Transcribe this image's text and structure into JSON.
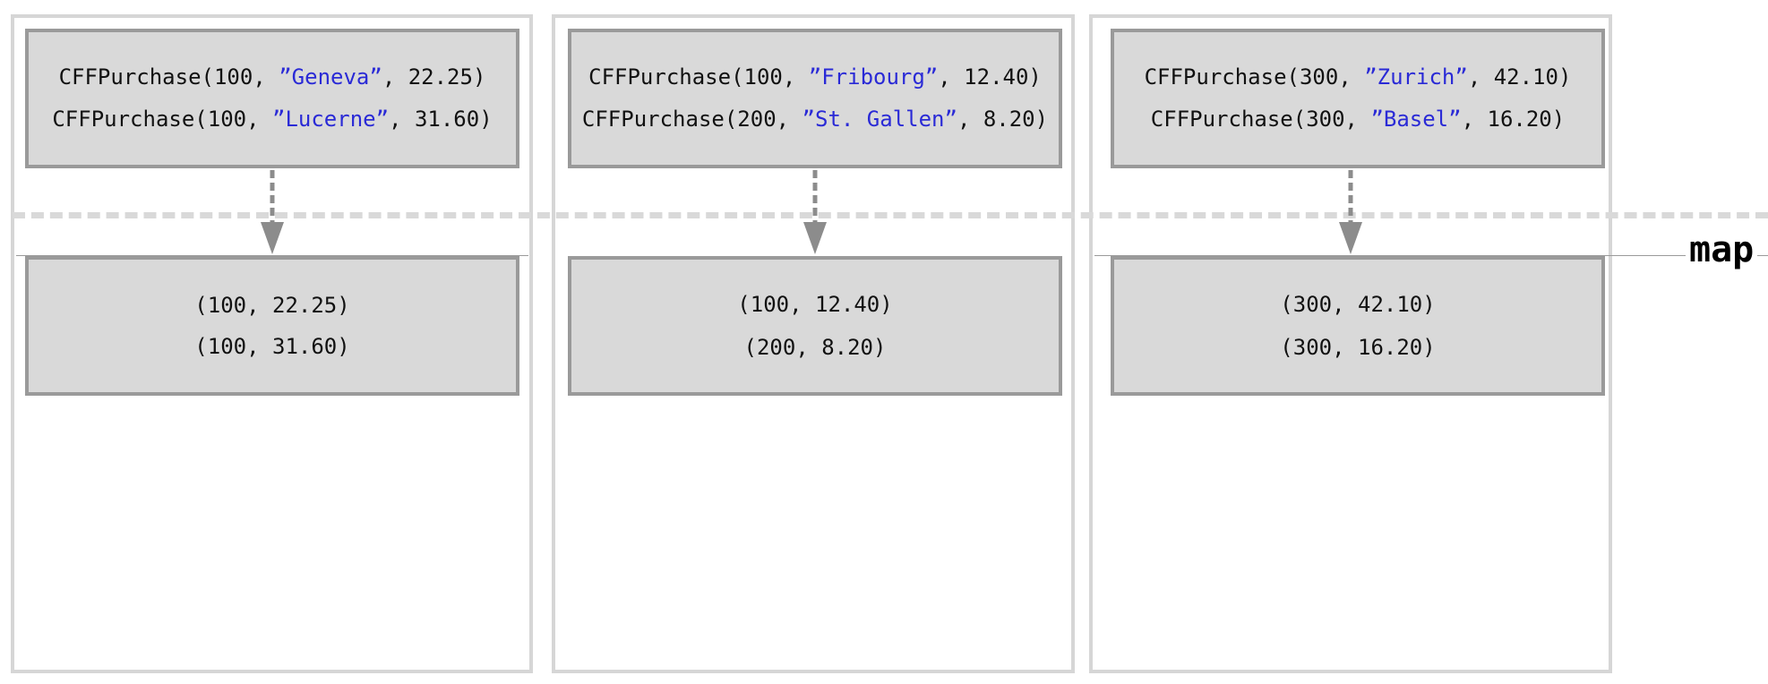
{
  "stage": {
    "label": "map"
  },
  "colors": {
    "string_literal": "#2a2ad6",
    "box_fill": "#d9d9d9",
    "box_border": "#9a9a9a"
  },
  "partitions": [
    {
      "inputs": [
        {
          "pre": "CFFPurchase(100, ",
          "str": "”Geneva”",
          "post": ", 22.25)"
        },
        {
          "pre": "CFFPurchase(100, ",
          "str": "”Lucerne”",
          "post": ", 31.60)"
        }
      ],
      "outputs": [
        "(100, 22.25)",
        "(100, 31.60)"
      ]
    },
    {
      "inputs": [
        {
          "pre": "CFFPurchase(100, ",
          "str": "”Fribourg”",
          "post": ", 12.40)"
        },
        {
          "pre": "CFFPurchase(200, ",
          "str": "”St. Gallen”",
          "post": ", 8.20)"
        }
      ],
      "outputs": [
        "(100, 12.40)",
        "(200, 8.20)"
      ]
    },
    {
      "inputs": [
        {
          "pre": "CFFPurchase(300, ",
          "str": "”Zurich”",
          "post": ", 42.10)"
        },
        {
          "pre": "CFFPurchase(300, ",
          "str": "”Basel”",
          "post": ", 16.20)"
        }
      ],
      "outputs": [
        "(300, 42.10)",
        "(300, 16.20)"
      ]
    }
  ]
}
